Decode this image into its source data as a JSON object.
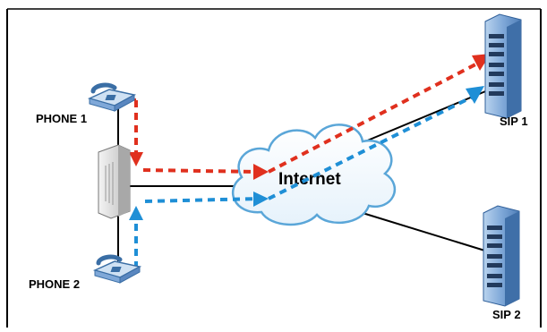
{
  "labels": {
    "phone1": "PHONE 1",
    "phone2": "PHONE 2",
    "internet": "Internet",
    "sip1": "SIP 1",
    "sip2": "SIP 2"
  },
  "colors": {
    "frame": "#000000",
    "link": "#000000",
    "flow_phone1": "#e0301e",
    "flow_phone2": "#1f8fd6",
    "cloud_fill": "#ffffff",
    "cloud_stroke": "#5aa6d8",
    "phone_body": "#a9c9e6",
    "server_body": "#7fa8d8",
    "device_body": "#d9d9d9"
  },
  "icons": {
    "phone1": "desk-phone-icon",
    "phone2": "desk-phone-icon",
    "gateway": "voip-gateway-icon",
    "cloud": "cloud-icon",
    "sip1": "server-rack-icon",
    "sip2": "server-rack-icon"
  },
  "flows": [
    {
      "from": "PHONE 1",
      "to": "SIP 1",
      "via": "Internet",
      "style": "dashed",
      "color": "#e0301e"
    },
    {
      "from": "PHONE 2",
      "to": "SIP 1",
      "via": "Internet",
      "style": "dashed",
      "color": "#1f8fd6"
    }
  ]
}
